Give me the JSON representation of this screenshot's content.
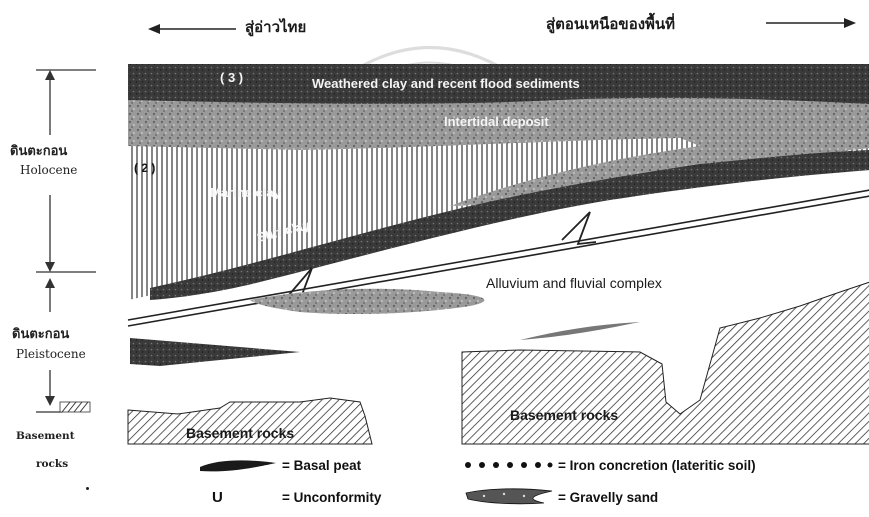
{
  "header": {
    "left_direction": "สู่อ่าวไทย",
    "right_direction": "สู่ตอนเหนือของพื้นที่"
  },
  "side_labels": {
    "holocene_thai": "ดินตะกอน",
    "holocene_en": "Holocene",
    "pleistocene_thai": "ดินตะกอน",
    "pleistocene_en": "Pleistocene",
    "basement_line1": "Basement",
    "basement_line2": "rocks"
  },
  "layers": {
    "layer3_marker": "( 3 )",
    "weathered": "Weathered clay and recent flood sediments",
    "intertidal": "Intertidal deposit",
    "layer2_marker": "( 2 )",
    "marine_clay": "Marine clay",
    "stiff_clay": "Stiff clay",
    "alluvium": "Alluvium and fluvial complex",
    "basement_left": "Basement rocks",
    "basement_right": "Basement rocks"
  },
  "legend": {
    "basal_peat": "= Basal peat",
    "iron_concretion": "= Iron concretion (lateritic soil)",
    "unconformity_symbol": "U",
    "unconformity": "= Unconformity",
    "gravelly_sand": "= Gravelly sand"
  },
  "colors": {
    "dark_clay": "#2a2a2a",
    "intertidal": "#8c8c8c",
    "hatch": "#333333",
    "background": "#ffffff"
  }
}
